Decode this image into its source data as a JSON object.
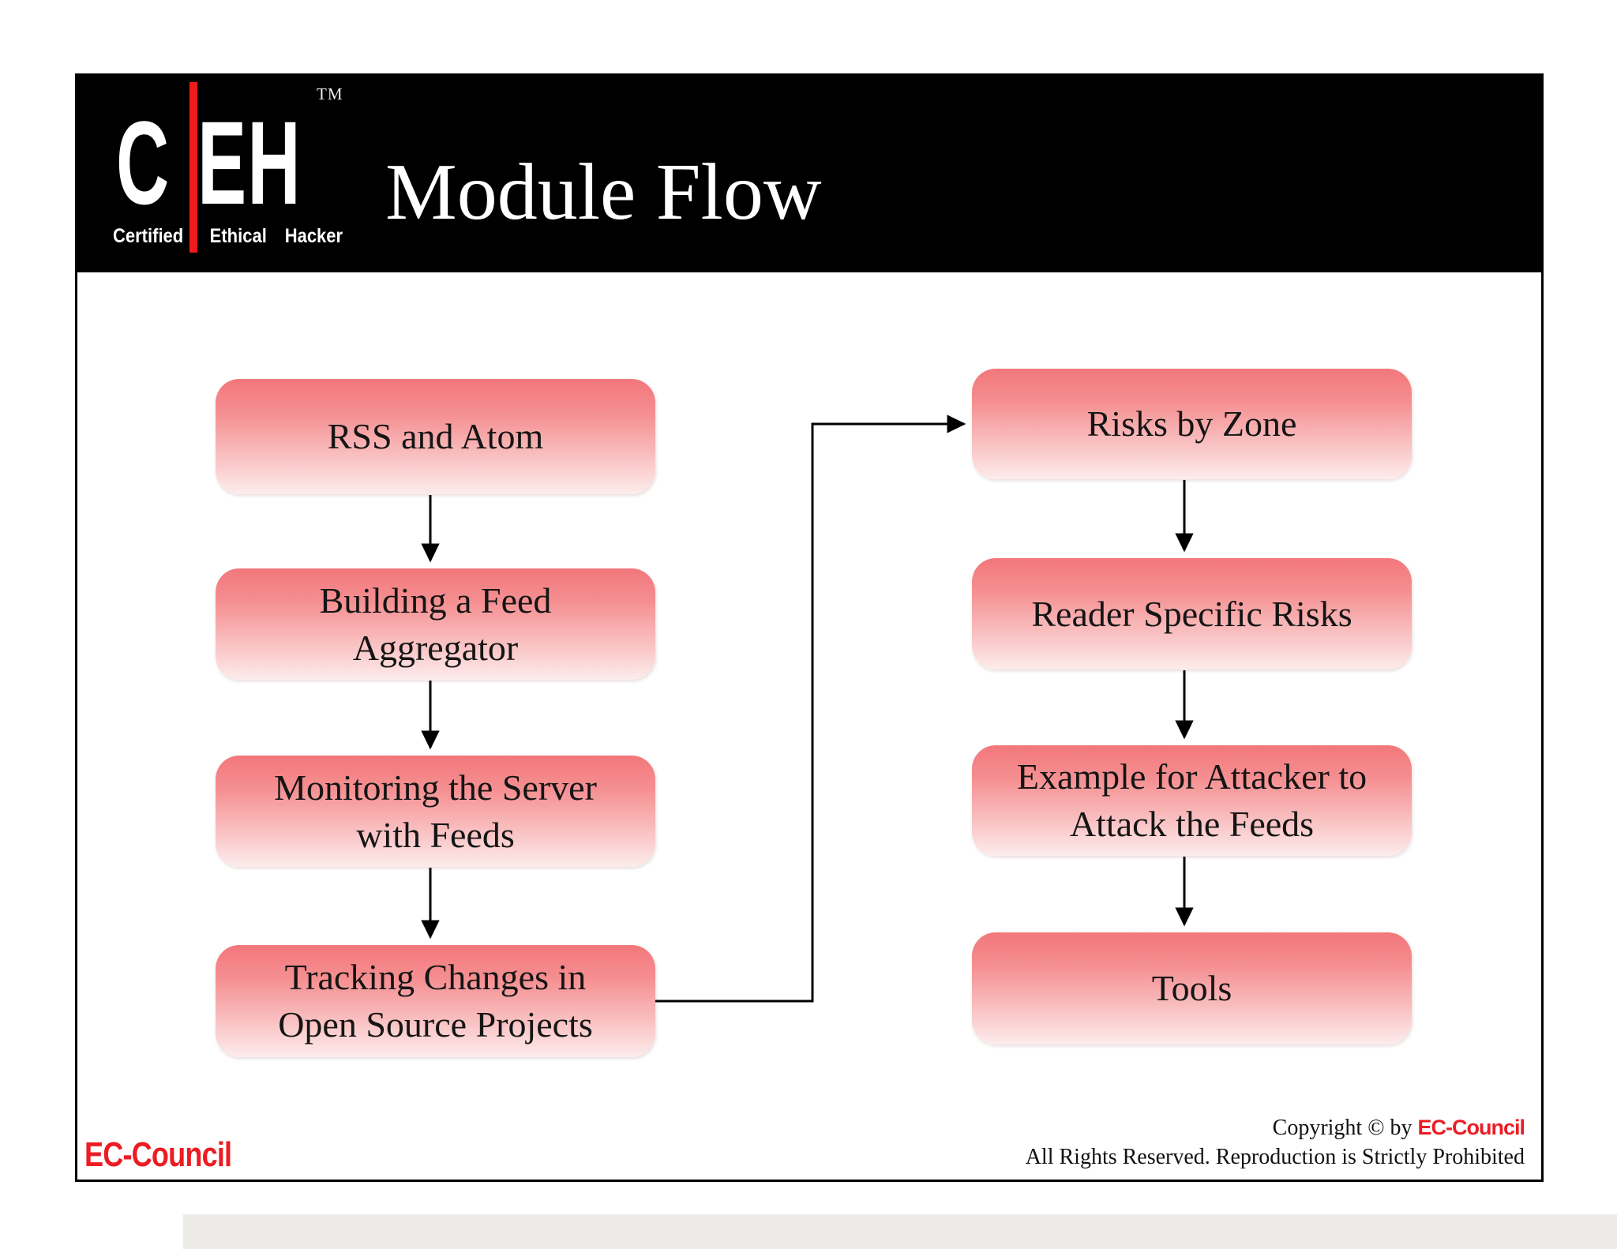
{
  "slide": {
    "title": "Module Flow",
    "logo": {
      "c": "C",
      "eh": "EH",
      "tm": "TM",
      "certified": "Certified",
      "ethical": "Ethical",
      "hacker": "Hacker"
    },
    "flow": {
      "left": [
        {
          "label": "RSS and Atom"
        },
        {
          "label": "Building a Feed\nAggregator"
        },
        {
          "label": "Monitoring the Server\nwith Feeds"
        },
        {
          "label": "Tracking Changes in\nOpen Source Projects"
        }
      ],
      "right": [
        {
          "label": "Risks by Zone"
        },
        {
          "label": "Reader Specific Risks"
        },
        {
          "label": "Example for Attacker to\nAttack the Feeds"
        },
        {
          "label": "Tools"
        }
      ]
    },
    "footer": {
      "brand_logo": "EC-Council",
      "copyright_prefix": "Copyright © by ",
      "copyright_brand": "EC-Council",
      "rights_line": "All Rights Reserved. Reproduction is Strictly Prohibited"
    },
    "colors": {
      "accent_red": "#ec1c24",
      "logo_bar_red": "#f01a1a",
      "header_bg": "#000000",
      "box_gradient_top": "#f2777b",
      "box_gradient_bottom": "#fdecec",
      "box_text": "#151515",
      "title_text": "#ffffff"
    }
  }
}
